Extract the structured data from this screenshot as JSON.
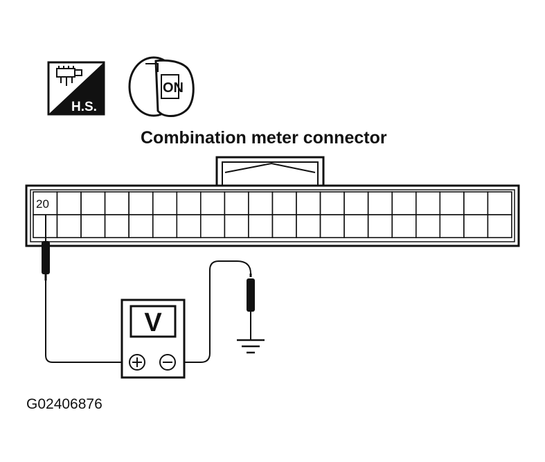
{
  "icons": {
    "hs_symbol": "hot-shot-connector-icon",
    "hs_label": "H.S.",
    "ignition_symbol": "ignition-key-icon",
    "ignition_label": "ON"
  },
  "connector": {
    "title": "Combination meter connector",
    "columns": 20,
    "rows": 2,
    "pin_label": "20"
  },
  "voltmeter": {
    "symbol": "V",
    "positive_terminal": "⊕",
    "negative_terminal": "⊖"
  },
  "ground": {
    "symbol": "ground-icon"
  },
  "figure_code": "G02406876",
  "colors": {
    "line": "#111111",
    "background": "#ffffff"
  }
}
